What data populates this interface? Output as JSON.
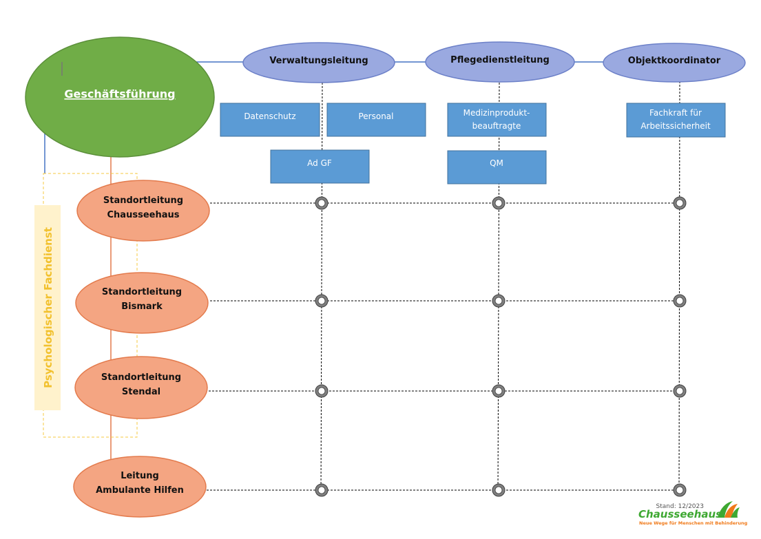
{
  "colors": {
    "gf_fill": "#70AD47",
    "gf_stroke": "#5B8F3A",
    "leadership_fill": "#9AA9E0",
    "leadership_stroke": "#6C80C8",
    "box_fill": "#5B9BD5",
    "box_stroke": "#41719C",
    "site_fill": "#F4A582",
    "site_stroke": "#E37A4C",
    "psych_fill": "#FFF2CC",
    "psych_text": "#F2C12E",
    "psych_border": "#F5C842",
    "connector_blue": "#4472C4",
    "connector_orange": "#E37A4C",
    "logo_green": "#3EA832",
    "logo_orange": "#F07A1A"
  },
  "top": {
    "gf": "Geschäftsführung",
    "leadership": [
      "Verwaltungsleitung",
      "Pflegedienstleitung",
      "Objektkoordinator"
    ]
  },
  "boxes": {
    "datenschutz": "Datenschutz",
    "personal": "Personal",
    "medizin": [
      "Medizinprodukt-",
      "beauftragte"
    ],
    "fachkraft": [
      "Fachkraft für",
      "Arbeitssicherheit"
    ],
    "adgf": "Ad GF",
    "qm": "QM"
  },
  "sites": [
    [
      "Standortleitung",
      "Chausseehaus"
    ],
    [
      "Standortleitung",
      "Bismark"
    ],
    [
      "Standortleitung",
      "Stendal"
    ],
    [
      "Leitung",
      "Ambulante Hilfen"
    ]
  ],
  "psych": "Psychologischer  Fachdienst",
  "footer": {
    "stand": "Stand: 12/2023",
    "logo": "Chausseehaus",
    "tagline": "Neue Wege für Menschen mit Behinderung"
  }
}
